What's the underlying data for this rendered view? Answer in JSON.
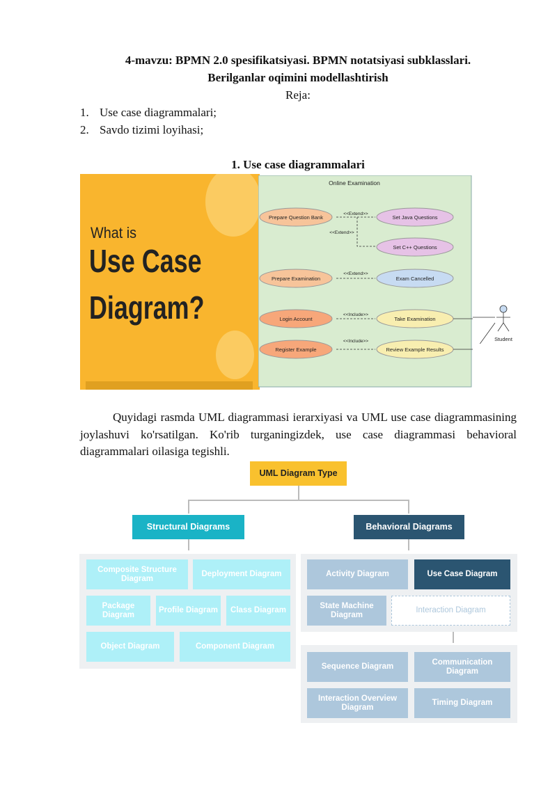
{
  "header": {
    "title_line1": "4-mavzu: BPMN 2.0 spesifikatsiyasi. BPMN notatsiyasi subklasslari.",
    "title_line2": "Berilganlar oqimini modellashtirish",
    "reja": "Reja:"
  },
  "plan": [
    {
      "num": "1.",
      "text": "Use case diagrammalari;"
    },
    {
      "num": "2.",
      "text": "Savdo tizimi loyihasi;"
    }
  ],
  "section1": {
    "heading": "1. Use case diagrammalari"
  },
  "figure1": {
    "banner": {
      "what": "What is",
      "line1": "Use Case",
      "line2": "Diagram?"
    },
    "system_name": "Online Examination",
    "actor": "Student",
    "left_cases": [
      "Prepare Question Bank",
      "Prepare Examination",
      "Login Account",
      "Register Example"
    ],
    "right_cases": [
      "Set Java Questions",
      "Set C++ Questions",
      "Exam Cancelled",
      "Take Examination",
      "Review Example Results"
    ],
    "relations": [
      "<<Extend>>",
      "<<Extend>>",
      "<<Extend>>",
      "<<Include>>",
      "<<Include>>"
    ],
    "colors": {
      "banner": "#f9b52e",
      "system_bg": "#d9ecd0",
      "left_case": "#f7c49a",
      "right_case_purple": "#e6c2e6",
      "right_case_blue": "#c7dbf2",
      "right_case_yellow": "#f8eeb0"
    }
  },
  "paragraph": "Quyidagi rasmda UML diagrammasi ierarxiyasi va UML use case diagrammasining joylashuvi ko'rsatilgan. Ko'rib turganingizdek, use case diagrammasi behavioral diagrammalari oilasiga tegishli.",
  "figure2": {
    "root": "UML Diagram Type",
    "structural": {
      "label": "Structural Diagrams",
      "items": [
        "Composite Structure Diagram",
        "Deployment Diagram",
        "Package Diagram",
        "Profile Diagram",
        "Class Diagram",
        "Object Diagram",
        "Component Diagram"
      ]
    },
    "behavioral": {
      "label": "Behavioral Diagrams",
      "items": [
        "Activity Diagram",
        "Use Case Diagram",
        "State Machine Diagram",
        "Interaction Diagram"
      ]
    },
    "interaction": {
      "items": [
        "Sequence Diagram",
        "Communication Diagram",
        "Interaction Overview Diagram",
        "Timing Diagram"
      ]
    },
    "colors": {
      "root": "#f9c12e",
      "structural": "#1ab3c6",
      "behavioral": "#2b5571",
      "structural_item": "#aef0f8",
      "behavioral_item": "#adc7dc",
      "highlight": "#2b5571"
    }
  }
}
